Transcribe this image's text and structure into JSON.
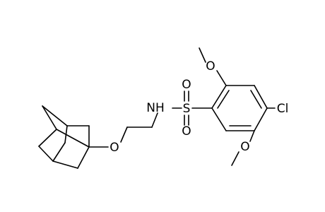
{
  "molecule": {
    "atoms": {
      "ether_o": "O",
      "nh": "NH",
      "sulfur": "S",
      "so_top": "O",
      "so_bottom": "O",
      "ome_top_o": "O",
      "ome_bottom_o": "O",
      "chlorine": "Cl"
    }
  }
}
